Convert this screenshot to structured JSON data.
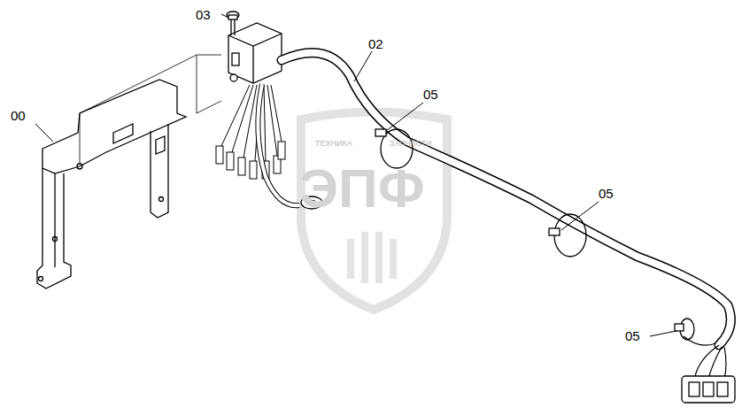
{
  "diagram": {
    "labels": [
      "03",
      "02",
      "00",
      "05",
      "05",
      "05",
      "ТЕХНИКА",
      "ЗАПЧАСТИ",
      "ЭПФ"
    ]
  }
}
